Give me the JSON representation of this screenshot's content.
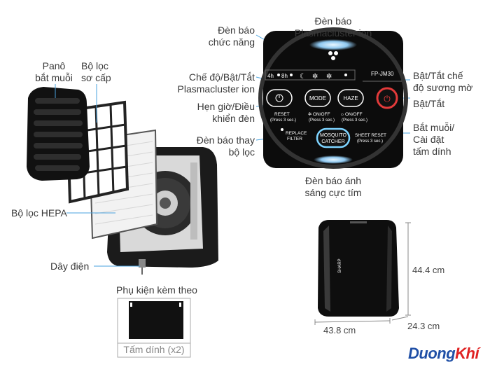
{
  "labels": {
    "plasmacluster_indicator": "Đèn báo Plasmacluster ion",
    "function_indicator": "Đèn báo\nchức năng",
    "plasmacluster_mode": "Chế độ/Bật/Tắt\nPlasmacluster ion",
    "timer_light": "Hẹn giờ/Điều\nkhiển đèn",
    "replace_filter_indicator": "Đèn báo thay\nbộ lọc",
    "uv_indicator": "Đèn báo ánh\nsáng cực tím",
    "haze_mode": "Bật/Tắt chế\nđộ sương mờ",
    "power": "Bật/Tắt",
    "mosquito_sheet": "Bắt muỗi/\nCài đặt\ntấm dính",
    "mosquito_panel": "Panô\nbắt muỗi",
    "prefilter": "Bộ lọc\nsơ cấp",
    "hepa_filter": "Bộ lọc HEPA",
    "power_cord": "Dây điện",
    "accessories": "Phụ kiện kèm theo",
    "sticky_sheet": "Tấm dính (x2)"
  },
  "panel": {
    "model": "FP-JM30",
    "timer_4h": "4h",
    "timer_8h": "8h",
    "mode_btn": "MODE",
    "haze_btn": "HAZE",
    "reset_label": "RESET",
    "press_3s": "(Press 3 sec.)",
    "onoff": "ON/OFF",
    "replace_filter": "REPLACE\nFILTER",
    "mosquito_btn": "MOSQUITO\nCATCHER",
    "sheet_reset": "SHEET RESET"
  },
  "dimensions": {
    "height": "44.4 cm",
    "width": "43.8 cm",
    "depth": "24.3 cm"
  },
  "brand": {
    "part1": "Duong",
    "part2": "Khí"
  },
  "colors": {
    "panel_bg": "#111111",
    "glow": "#bfe6ff",
    "power_ring": "#e23a3a",
    "mosquito_ring": "#7dd3ff"
  }
}
